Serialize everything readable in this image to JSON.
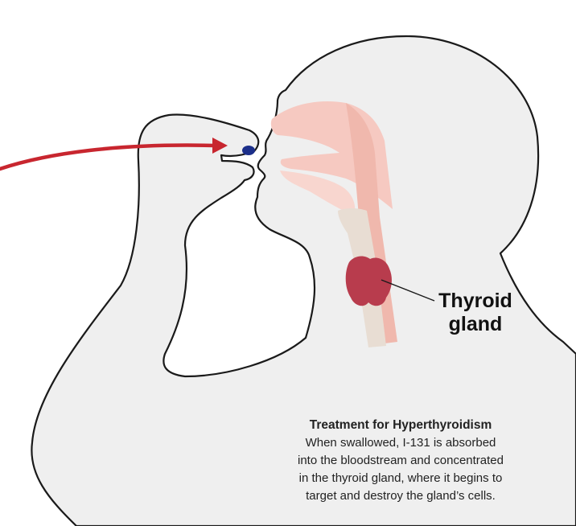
{
  "diagram": {
    "label": {
      "line1": "Thyroid",
      "line2": "gland"
    },
    "caption": {
      "title": "Treatment for Hyperthyroidism",
      "lines": [
        "When swallowed, I-131 is absorbed",
        "into the bloodstream and concentrated",
        "in the thyroid gland, where it begins to",
        "target and destroy the gland’s cells."
      ]
    },
    "colors": {
      "body_fill": "#efefef",
      "outline": "#1a1a1a",
      "airway": "#f6c9c1",
      "esophagus": "#f0b8ad",
      "trachea": "#e8ddd3",
      "thyroid": "#b83c4d",
      "arrow": "#c8262f",
      "pill": "#1c2f8a"
    }
  }
}
